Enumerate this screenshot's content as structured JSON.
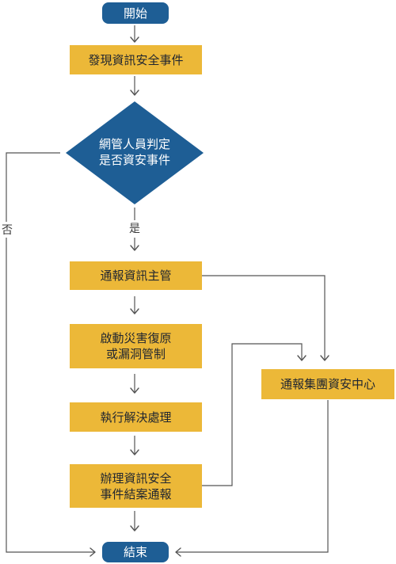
{
  "flowchart": {
    "nodes": {
      "start": {
        "label": "開始"
      },
      "detect": {
        "label": "發現資訊安全事件"
      },
      "decision": {
        "line1": "網管人員判定",
        "line2": "是否資安事件"
      },
      "notify_manager": {
        "label": "通報資訊主管"
      },
      "recovery": {
        "line1": "啟動災害復原",
        "line2": "或漏洞管制"
      },
      "resolve": {
        "label": "執行解決處理"
      },
      "report": {
        "line1": "辦理資訊安全",
        "line2": "事件結案通報"
      },
      "group_center": {
        "label": "通報集團資安中心"
      },
      "end": {
        "label": "結束"
      }
    },
    "edge_labels": {
      "yes": "是",
      "no": "否"
    },
    "colors": {
      "terminal": "#1e5e95",
      "process": "#ecb838",
      "decision": "#1e5e95",
      "connector": "#555555"
    }
  }
}
